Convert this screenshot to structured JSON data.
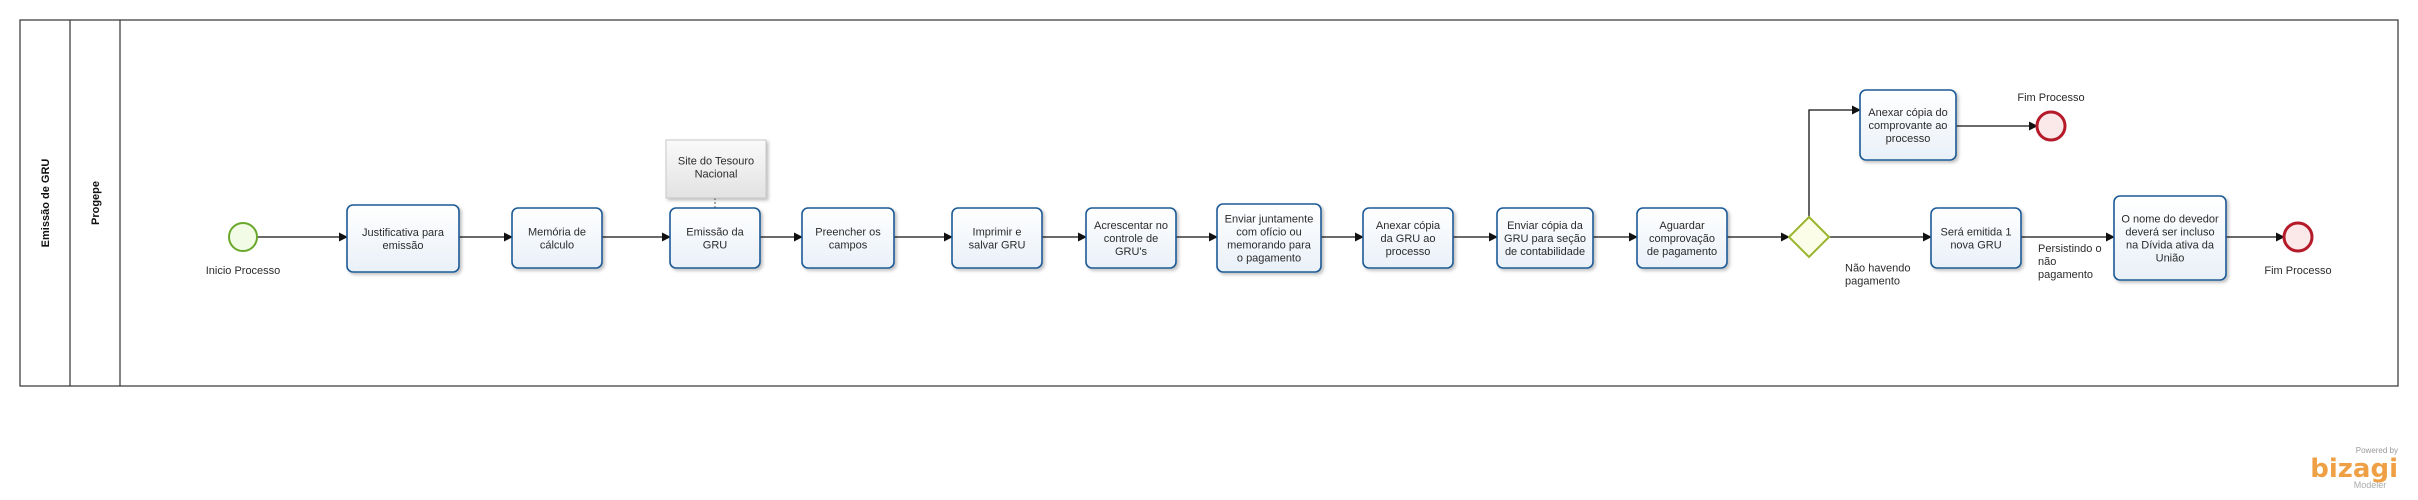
{
  "pool": {
    "label": "Emissão de GRU"
  },
  "lane": {
    "label": "Progepe"
  },
  "start_event": {
    "label": "Inicio Processo"
  },
  "tasks": [
    {
      "lines": [
        "Justificativa para",
        "emissão"
      ]
    },
    {
      "lines": [
        "Memória de",
        "cálculo"
      ]
    },
    {
      "lines": [
        "Emissão da",
        "GRU"
      ]
    },
    {
      "lines": [
        "Preencher os",
        "campos"
      ]
    },
    {
      "lines": [
        "Imprimir e",
        "salvar GRU"
      ]
    },
    {
      "lines": [
        "Acrescentar no",
        "controle de",
        "GRU's"
      ]
    },
    {
      "lines": [
        "Enviar juntamente",
        "com ofício ou",
        "memorando para",
        "o pagamento"
      ]
    },
    {
      "lines": [
        "Anexar cópia",
        "da GRU ao",
        "processo"
      ]
    },
    {
      "lines": [
        "Enviar cópia da",
        "GRU para seção",
        "de contabilidade"
      ]
    },
    {
      "lines": [
        "Aguardar",
        "comprovação",
        "de pagamento"
      ]
    },
    {
      "lines": [
        "Anexar cópia do",
        "comprovante ao",
        "processo"
      ]
    },
    {
      "lines": [
        "Será emitida 1",
        "nova GRU"
      ]
    },
    {
      "lines": [
        "O nome do devedor",
        "deverá ser incluso",
        "na Dívida ativa da",
        "União"
      ]
    }
  ],
  "annotation": {
    "lines": [
      "Site do Tesouro",
      "Nacional"
    ]
  },
  "end_events": [
    {
      "label": "Fim Processo"
    },
    {
      "label": "Fim Processo"
    }
  ],
  "flow_labels": {
    "no_payment": [
      "Não havendo",
      "pagamento"
    ],
    "still_unpaid": [
      "Persistindo o",
      "não",
      "pagamento"
    ]
  },
  "branding": {
    "powered": "Powered by",
    "name": "bizagi",
    "edition": "Modeler"
  },
  "colors": {
    "task_border": "#1e5a96",
    "start_stroke": "#6aa82a",
    "start_fill": "#f2fbe6",
    "end_stroke": "#b51a2a",
    "end_fill": "#fbe9ea",
    "gateway_stroke": "#9ab52d",
    "gateway_fill": "#fbfde8",
    "brand": "#f0a044"
  }
}
